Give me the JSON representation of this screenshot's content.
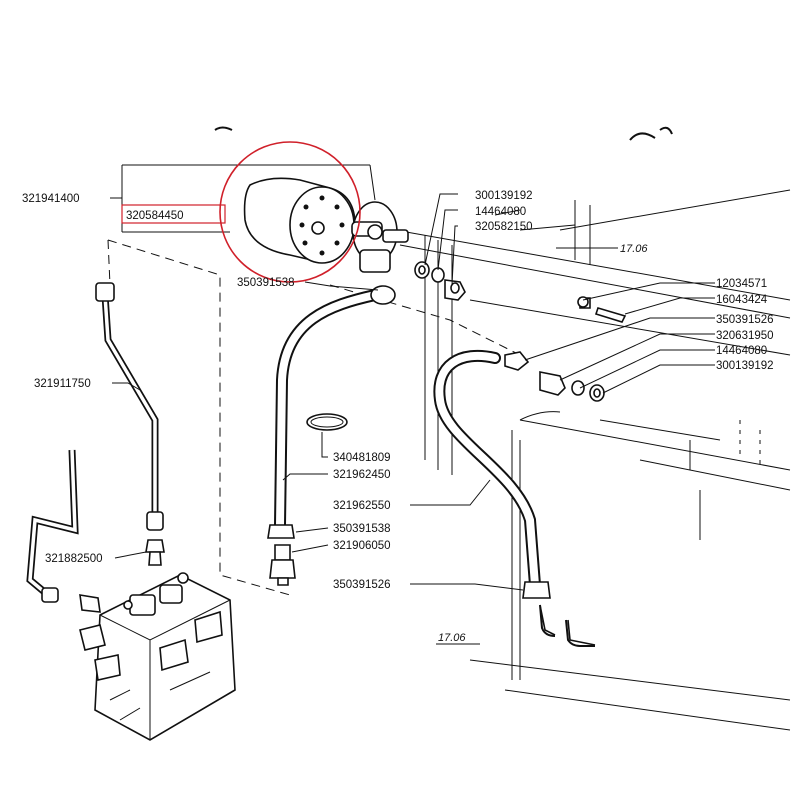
{
  "labels": {
    "p321941400": "321941400",
    "p320584450": "320584450",
    "p350391538_top": "350391538",
    "p300139192_top": "300139192",
    "p14464080_top": "14464080",
    "p320582150": "320582150",
    "ref_17_06_top": "17.06",
    "p12034571": "12034571",
    "p16043424": "16043424",
    "p350391526_right": "350391526",
    "p320631950": "320631950",
    "p14464080_right": "14464080",
    "p300139192_right": "300139192",
    "p321911750": "321911750",
    "p340481809": "340481809",
    "p321962450": "321962450",
    "p321962550": "321962550",
    "p350391538_mid": "350391538",
    "p321906050": "321906050",
    "p321882500": "321882500",
    "p350391526_bottom": "350391526",
    "ref_17_06_bottom": "17.06"
  },
  "highlight": {
    "color": "#d0202a"
  }
}
